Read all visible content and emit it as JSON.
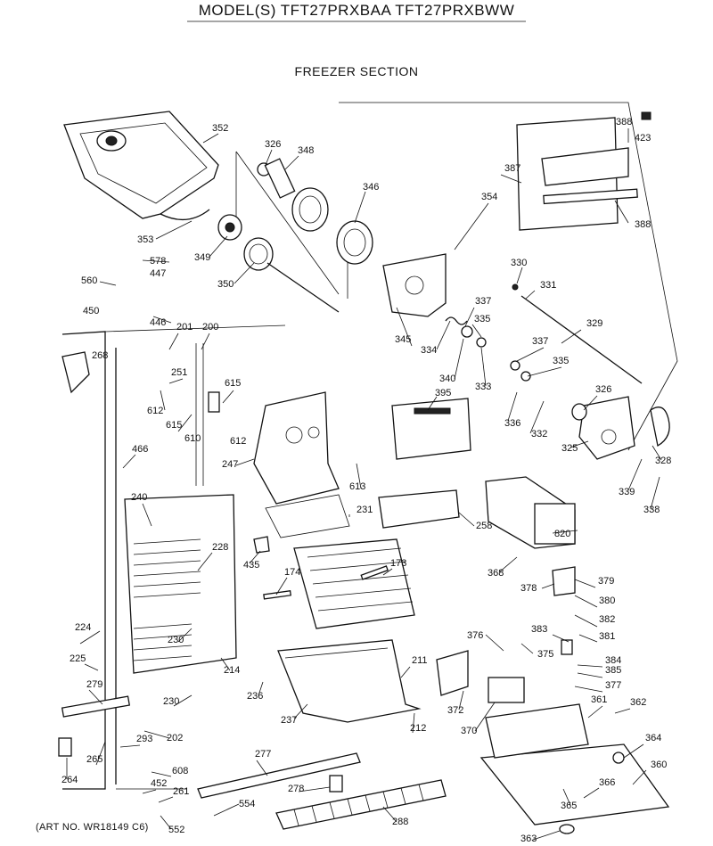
{
  "header": {
    "model": "MODEL(S) TFT27PRXBAA  TFT27PRXBWW",
    "section": "FREEZER SECTION"
  },
  "footer": {
    "art_number": "(ART NO. WR18149 C6)"
  },
  "callouts": [
    "352",
    "326",
    "348",
    "346",
    "388",
    "423",
    "387",
    "354",
    "388",
    "353",
    "349",
    "350",
    "578",
    "447",
    "560",
    "450",
    "446",
    "330",
    "331",
    "337",
    "335",
    "329",
    "345",
    "334",
    "340",
    "333",
    "337",
    "335",
    "201",
    "200",
    "268",
    "251",
    "612",
    "615",
    "615",
    "610",
    "612",
    "395",
    "336",
    "332",
    "326",
    "325",
    "328",
    "339",
    "338",
    "466",
    "247",
    "613",
    "240",
    "228",
    "231",
    "258",
    "820",
    "435",
    "174",
    "173",
    "368",
    "378",
    "379",
    "380",
    "382",
    "381",
    "376",
    "375",
    "383",
    "384",
    "385",
    "377",
    "224",
    "225",
    "279",
    "230",
    "230",
    "214",
    "236",
    "211",
    "372",
    "370",
    "361",
    "362",
    "237",
    "212",
    "202",
    "265",
    "293",
    "264",
    "608",
    "452",
    "261",
    "552",
    "277",
    "278",
    "554",
    "288",
    "364",
    "360",
    "366",
    "365",
    "363"
  ]
}
